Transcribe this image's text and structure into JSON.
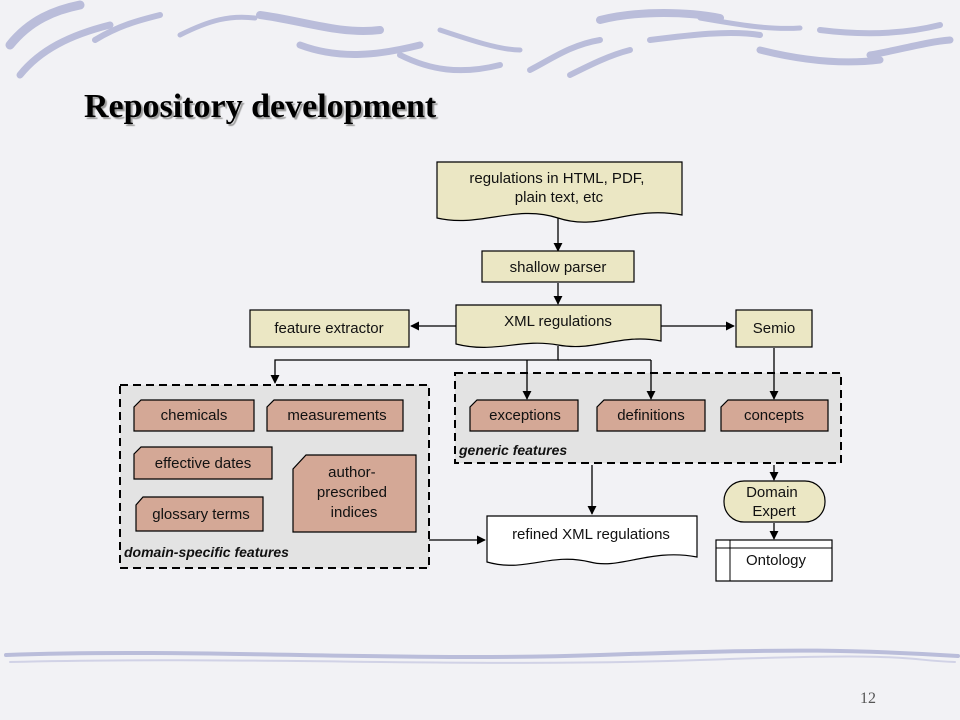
{
  "slide": {
    "title": "Repository development",
    "page_number": "12"
  },
  "diagram": {
    "nodes": {
      "input_docs": [
        "regulations in HTML, PDF,",
        "plain text, etc"
      ],
      "shallow_parser": "shallow parser",
      "xml_regulations": "XML regulations",
      "feature_extractor": "feature extractor",
      "semio": "Semio",
      "chemicals": "chemicals",
      "measurements": "measurements",
      "effective_dates": "effective dates",
      "author_indices": [
        "author-",
        "prescribed",
        "indices"
      ],
      "glossary_terms": "glossary terms",
      "exceptions": "exceptions",
      "definitions": "definitions",
      "concepts": "concepts",
      "domain_expert": [
        "Domain",
        "Expert"
      ],
      "refined_xml": "refined XML regulations",
      "ontology": "Ontology"
    },
    "groups": {
      "domain_specific": "domain-specific features",
      "generic": "generic features"
    }
  },
  "colors": {
    "beige_box": "#ebe7c4",
    "feature_box": "#d4a896",
    "group_fill": "#e3e3e3",
    "white_box": "#ffffff"
  }
}
